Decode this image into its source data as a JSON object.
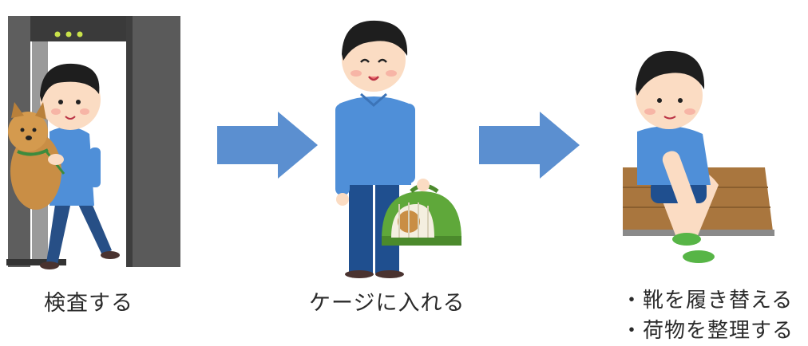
{
  "steps": [
    {
      "caption": "検査する",
      "illustration": "metal-detector-gate-boy-with-dog"
    },
    {
      "caption": "ケージに入れる",
      "illustration": "boy-holding-pet-carrier"
    },
    {
      "items": [
        "・靴を履き替える",
        "・荷物を整理する"
      ],
      "illustration": "boy-changing-shoes"
    }
  ],
  "arrows": [
    "right-arrow",
    "right-arrow"
  ],
  "colors": {
    "arrow": "#5b8fd0",
    "shirt": "#4f8fd8",
    "pants": "#1f4f8f",
    "carrier": "#5fa83a"
  }
}
